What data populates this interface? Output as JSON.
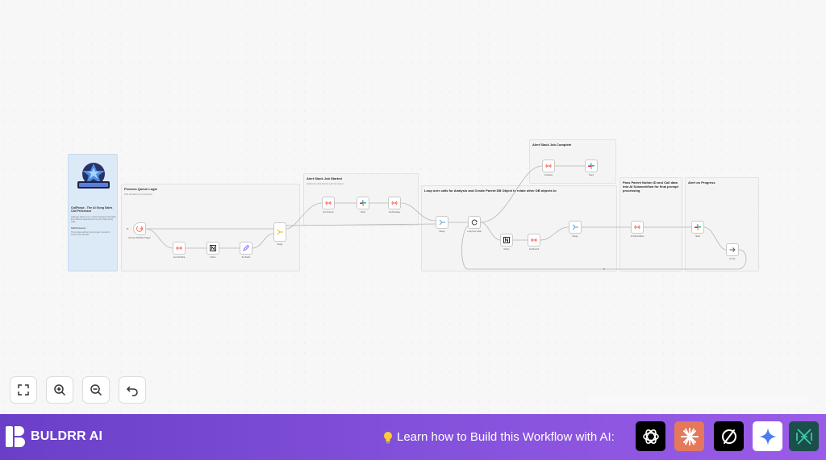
{
  "intro": {
    "title": "CallForge - The AI Gong Sales Call Processor",
    "body": "CallForge allows you to extract important information from different departments from your Sales Gong Calls.",
    "sub_heading": "Call Processor",
    "body2": "This is where all the prompt magic is stored to process the call data."
  },
  "notes": {
    "process": {
      "title": "Process Queue Logic",
      "body": "Pulls call data for pre-processing"
    },
    "alert_start": {
      "title": "Alert Slack Job Started",
      "body": "Notifies the slack channel a job has started"
    },
    "loop": {
      "title": "Loop over calls for Analysis and Create Parent DB Object to relate other DB objects to",
      "body": ""
    },
    "alert_complete": {
      "title": "Alert Slack Job Complete",
      "body": ""
    },
    "pass_parent": {
      "title": "Pass Parent Notion ID and Call data into AI Subworkflow for final prompt processing",
      "body": ""
    },
    "alert_progress": {
      "title": "Alert on Progress",
      "body": ""
    }
  },
  "nodes": [
    {
      "id": "n1",
      "label": "Execute Workflow Trigger",
      "sub": "",
      "icon": "trigger-icon",
      "color": "#ff6d5a"
    },
    {
      "id": "n2",
      "label": "Get Call Data",
      "sub": "",
      "icon": "http-icon",
      "color": "#ff6d5a"
    },
    {
      "id": "n3",
      "label": "Notion",
      "sub": "",
      "icon": "notion-icon",
      "color": "#111111"
    },
    {
      "id": "n4",
      "label": "Set Fields",
      "sub": "",
      "icon": "pencil-icon",
      "color": "#7b61ff"
    },
    {
      "id": "n5",
      "label": "Merge",
      "sub": "",
      "icon": "merge-icon",
      "color": "#e6b800"
    },
    {
      "id": "n6",
      "label": "Get Channel",
      "sub": "",
      "icon": "http-icon",
      "color": "#ff6d5a"
    },
    {
      "id": "n7",
      "label": "Slack",
      "sub": "",
      "icon": "slack-icon",
      "color": "#36c5f0"
    },
    {
      "id": "n8",
      "label": "Set Message",
      "sub": "",
      "icon": "http-icon",
      "color": "#ff6d5a"
    },
    {
      "id": "n9",
      "label": "Merge",
      "sub": "",
      "icon": "merge-icon",
      "color": "#4aa3df"
    },
    {
      "id": "n10",
      "label": "Loop Over Calls",
      "sub": "",
      "icon": "loop-icon",
      "color": "#333333"
    },
    {
      "id": "n11",
      "label": "Notion",
      "sub": "",
      "icon": "notion-icon",
      "color": "#111111"
    },
    {
      "id": "n12",
      "label": "Get Record",
      "sub": "",
      "icon": "http-icon",
      "color": "#ff6d5a"
    },
    {
      "id": "n13",
      "label": "Merge",
      "sub": "",
      "icon": "merge-icon",
      "color": "#4aa3df"
    },
    {
      "id": "n14",
      "label": "Complete",
      "sub": "",
      "icon": "http-icon",
      "color": "#ff6d5a"
    },
    {
      "id": "n15",
      "label": "Slack",
      "sub": "",
      "icon": "slack-icon",
      "color": "#36c5f0"
    },
    {
      "id": "n16",
      "label": "AI Subworkflow",
      "sub": "",
      "icon": "http-icon",
      "color": "#ff6d5a"
    },
    {
      "id": "n17",
      "label": "Slack",
      "sub": "",
      "icon": "slack-icon",
      "color": "#36c5f0"
    },
    {
      "id": "n18",
      "label": "No Op",
      "sub": "",
      "icon": "noop-icon",
      "color": "#555555"
    }
  ],
  "controls": {
    "fit": "fit-view-icon",
    "zoom_in": "zoom-in-icon",
    "zoom_out": "zoom-out-icon",
    "undo": "undo-icon"
  },
  "footer": {
    "brand": "BULDRR AI",
    "cta": "Learn how to Build this Workflow with AI:",
    "ai_tools": [
      {
        "name": "chatgpt-icon",
        "bg": "#000000"
      },
      {
        "name": "claude-icon",
        "bg": "#e4785a"
      },
      {
        "name": "perplexity-icon",
        "bg": "#000000"
      },
      {
        "name": "gemini-icon",
        "bg": "#ffffff"
      },
      {
        "name": "deepseek-icon",
        "bg": "#1b4f4a"
      }
    ]
  },
  "colors": {
    "accent_start": "#6a3fc8",
    "accent_end": "#9a5be8",
    "intro_note": "#dce9f6",
    "canvas": "#f7f7f7"
  }
}
